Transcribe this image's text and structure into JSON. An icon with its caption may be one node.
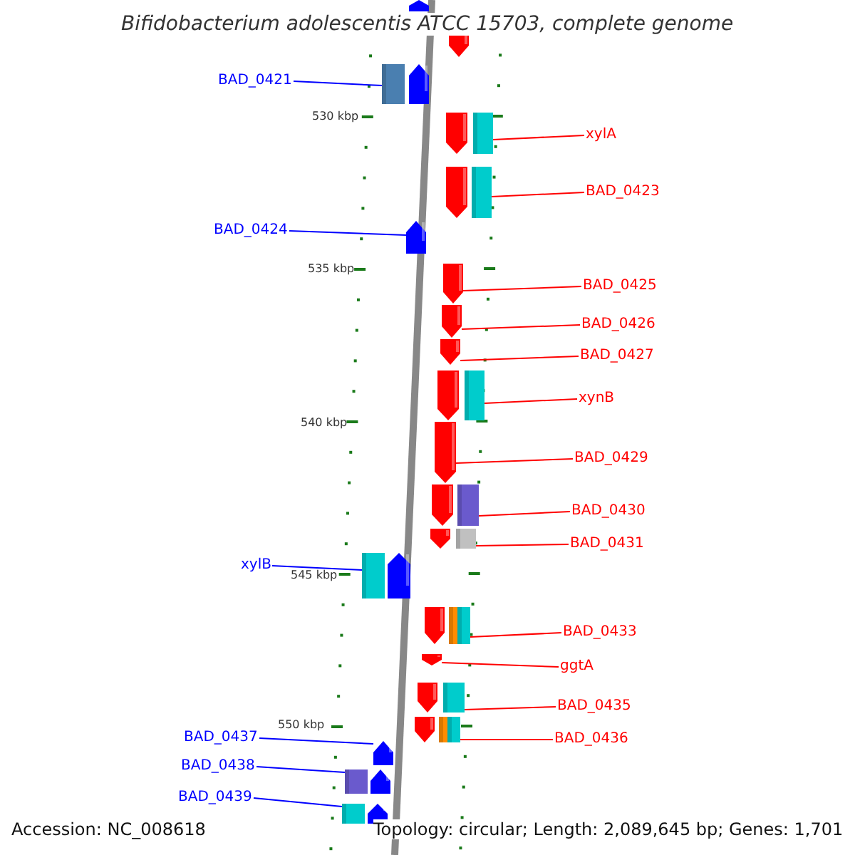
{
  "diagram": {
    "title": "Bifidobacterium adolescentis ATCC 15703, complete genome",
    "nodes": [
      {
        "text": [
          "BAD_0421"
        ]
      },
      {
        "text": [],
        "shape": "arrow"
      },
      {
        "text": [
          "xylA"
        ]
      },
      {
        "text": [],
        "shape": "arrow"
      },
      {
        "text": [
          "BAD_0423"
        ]
      },
      {
        "text": [],
        "shape": "arrow"
      },
      {
        "text": [
          "BAD_0424"
        ]
      },
      {
        "text": [],
        "shape": "arrow"
      },
      {
        "text": [
          "BAD_0425"
        ]
      },
      {
        "text": [],
        "shape": "arrow"
      },
      {
        "text": [
          "BAD_0426"
        ]
      },
      {
        "text": [],
        "shape": "arrow"
      },
      {
        "text": [
          "BAD_0427"
        ]
      },
      {
        "text": [],
        "shape": "arrow"
      },
      {
        "text": [
          "xynB"
        ]
      },
      {
        "text": [],
        "shape": "arrow"
      },
      {
        "text": [
          "BAD_0429"
        ]
      },
      {
        "text": [],
        "shape": "arrow"
      },
      {
        "text": [
          "BAD_0430"
        ]
      },
      {
        "text": [],
        "shape": "arrow"
      },
      {
        "text": [
          "BAD_0431"
        ]
      },
      {
        "text": [],
        "shape": "arrow"
      },
      {
        "text": [
          "xylB"
        ]
      },
      {
        "text": [],
        "shape": "arrow"
      },
      {
        "text": [
          "BAD_0433"
        ]
      },
      {
        "text": [],
        "shape": "arrow"
      },
      {
        "text": [
          "ggtA"
        ]
      },
      {
        "text": [],
        "shape": "arrow"
      },
      {
        "text": [
          "BAD_0435"
        ]
      },
      {
        "text": [],
        "shape": "arrow"
      },
      {
        "text": [
          "BAD_0436"
        ]
      },
      {
        "text": [],
        "shape": "arrow"
      },
      {
        "text": [
          "BAD_0437"
        ]
      },
      {
        "text": [],
        "shape": "arrow"
      },
      {
        "text": [
          "BAD_0438"
        ]
      },
      {
        "text": [],
        "shape": "arrow"
      },
      {
        "text": [
          "BAD_0439"
        ]
      },
      {
        "text": [],
        "shape": "arrow"
      },
      {
        "text": [],
        "shape": "arrow"
      },
      {
        "text": [],
        "shape": "arrow"
      }
    ],
    "edges": [
      {
        "from": 0,
        "to": 1,
        "arrow": "none",
        "color": "#0000ff"
      },
      {
        "from": 2,
        "to": 3,
        "arrow": "none"
      },
      {
        "from": 4,
        "to": 5,
        "arrow": "none"
      },
      {
        "from": 6,
        "to": 7,
        "arrow": "none",
        "color": "#0000ff"
      },
      {
        "from": 8,
        "to": 9,
        "arrow": "none"
      },
      {
        "from": 10,
        "to": 11,
        "arrow": "none"
      },
      {
        "from": 12,
        "to": 13,
        "arrow": "none"
      },
      {
        "from": 14,
        "to": 15,
        "arrow": "none"
      },
      {
        "from": 16,
        "to": 17,
        "arrow": "none"
      },
      {
        "from": 18,
        "to": 19,
        "arrow": "none"
      },
      {
        "from": 20,
        "to": 21,
        "arrow": "none"
      },
      {
        "from": 22,
        "to": 23,
        "arrow": "none",
        "color": "#0000ff"
      },
      {
        "from": 24,
        "to": 25,
        "arrow": "none"
      },
      {
        "from": 26,
        "to": 27,
        "arrow": "none"
      },
      {
        "from": 28,
        "to": 29,
        "arrow": "none"
      },
      {
        "from": 30,
        "to": 31,
        "arrow": "none"
      },
      {
        "from": 32,
        "to": 33,
        "arrow": "none",
        "color": "#0000ff"
      },
      {
        "from": 34,
        "to": 35,
        "arrow": "none",
        "color": "#0000ff"
      },
      {
        "from": 36,
        "to": 37,
        "arrow": "none",
        "color": "#0000ff"
      }
    ],
    "labels": [
      "530 kbp",
      "535 kbp",
      "540 kbp",
      "545 kbp",
      "550 kbp",
      "Accession: NC_008618",
      "Topology: circular; Length: 2,089,645 bp; Genes: 1,701"
    ]
  }
}
